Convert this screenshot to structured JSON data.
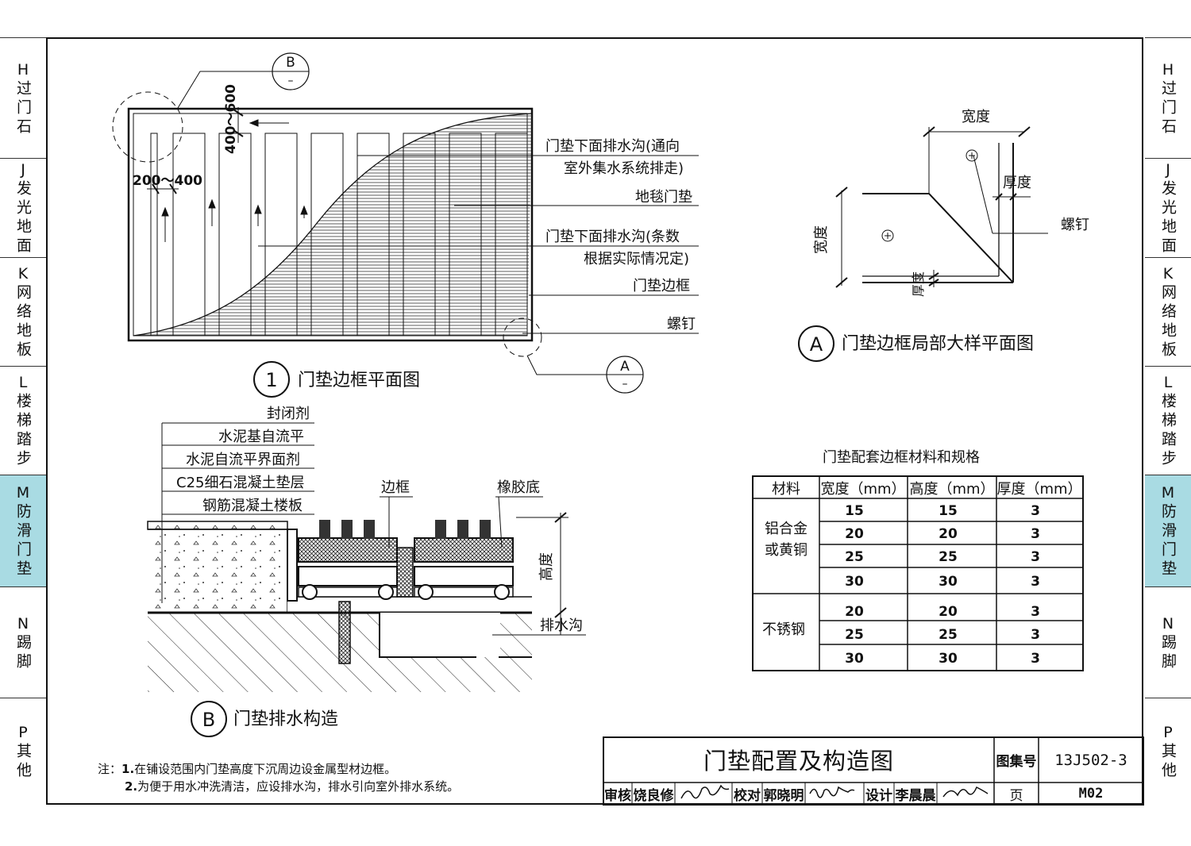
{
  "sidebar": [
    {
      "code": "H",
      "label": "过门石"
    },
    {
      "code": "J",
      "label": "发光地面"
    },
    {
      "code": "K",
      "label": "网络地板"
    },
    {
      "code": "L",
      "label": "楼梯踏步"
    },
    {
      "code": "M",
      "label": "防滑门垫",
      "active": true
    },
    {
      "code": "N",
      "label": "踢脚"
    },
    {
      "code": "P",
      "label": "其他"
    }
  ],
  "colors": {
    "active_tab": "#a9dbe3",
    "line": "#111111"
  },
  "plan": {
    "title_num": "1",
    "title": "门垫边框平面图",
    "dim_gap": "200～400",
    "dim_spacing": "400～600",
    "callout_b_letter": "B",
    "callout_b_sub": "–",
    "callout_a_letter": "A",
    "callout_a_sub": "–",
    "labels": [
      "门垫下面排水沟(通向",
      "室外集水系统排走)",
      "地毯门垫",
      "门垫下面排水沟(条数",
      "根据实际情况定)",
      "门垫边框",
      "螺钉"
    ]
  },
  "detail_a": {
    "title_letter": "A",
    "title": "门垫边框局部大样平面图",
    "width_label": "宽度",
    "thickness_label": "厚度",
    "screw_label": "螺钉"
  },
  "detail_b": {
    "title_letter": "B",
    "title": "门垫排水构造",
    "layers": [
      "封闭剂",
      "水泥基自流平",
      "水泥自流平界面剂",
      "C25细石混凝土垫层",
      "钢筋混凝土楼板"
    ],
    "frame_label": "边框",
    "rubber_label": "橡胶底",
    "height_label": "高度",
    "drain_label": "排水沟"
  },
  "spec_table": {
    "caption": "门垫配套边框材料和规格",
    "headers": [
      "材料",
      "宽度（mm）",
      "高度（mm）",
      "厚度（mm）"
    ],
    "groups": [
      {
        "material_lines": [
          "铝合金",
          "或黄铜"
        ],
        "rows": [
          [
            "15",
            "15",
            "3"
          ],
          [
            "20",
            "20",
            "3"
          ],
          [
            "25",
            "25",
            "3"
          ],
          [
            "30",
            "30",
            "3"
          ]
        ]
      },
      {
        "material_lines": [
          "不锈钢"
        ],
        "rows": [
          [
            "20",
            "20",
            "3"
          ],
          [
            "25",
            "25",
            "3"
          ],
          [
            "30",
            "30",
            "3"
          ]
        ]
      }
    ]
  },
  "notes": {
    "prefix": "注：",
    "items": [
      {
        "num": "1.",
        "text": "在铺设范围内门垫高度下沉周边设金属型材边框。"
      },
      {
        "num": "2.",
        "text": "为便于用水冲洗清洁，应设排水沟，排水引向室外排水系统。"
      }
    ]
  },
  "title_block": {
    "title": "门垫配置及构造图",
    "atlas_label": "图集号",
    "atlas_no": "13J502-3",
    "review_label": "审核",
    "reviewer": "饶良修",
    "check_label": "校对",
    "checker": "郭晓明",
    "design_label": "设计",
    "designer": "李晨晨",
    "page_label": "页",
    "page_no": "M02"
  }
}
